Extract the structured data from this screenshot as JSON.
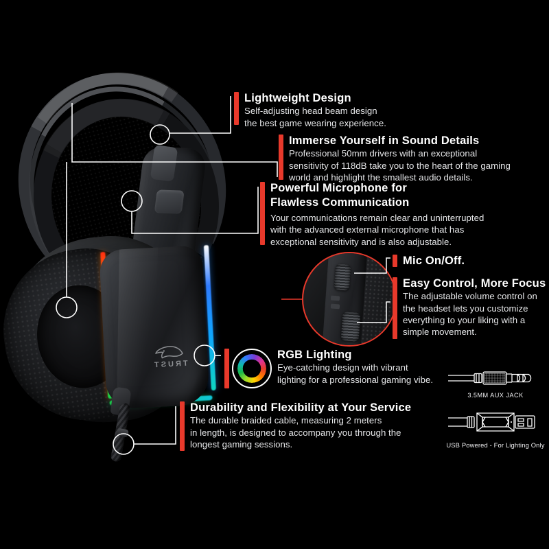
{
  "page": {
    "title": "Gaming Headset Feature Infographic",
    "background_color": "#000000",
    "accent_color": "#E8392B",
    "text_color": "#FFFFFF"
  },
  "product": {
    "type": "over-ear gaming headset",
    "brand_wordmark": "TRUST",
    "brand_logo": "wolf-head-icon",
    "rgb_strip_colors": [
      "#FF2D12",
      "#FFE400",
      "#18D44A",
      "#2F7BFF"
    ]
  },
  "callouts": [
    {
      "id": "lightweight",
      "title": "Lightweight Design",
      "text": "Self-adjusting head beam design\nthe best game wearing experience."
    },
    {
      "id": "immerse",
      "title": "Immerse Yourself in Sound Details",
      "text": "Professional 50mm drivers with an exceptional\nsensitivity of 118dB take you to the heart of the gaming\nworld and highlight the smallest audio details."
    },
    {
      "id": "microphone",
      "title_line1": "Powerful Microphone for",
      "title_line2": "Flawless Communication",
      "text": "Your communications remain clear and uninterrupted\nwith the advanced external microphone that has\nexceptional sensitivity and is also adjustable."
    },
    {
      "id": "mic-switch",
      "title": "Mic On/Off."
    },
    {
      "id": "easy-control",
      "title": "Easy Control, More Focus",
      "text": "The adjustable volume control on\nthe headset lets you customize\neverything to your liking with a\nsimple movement."
    },
    {
      "id": "rgb",
      "title": "RGB Lighting",
      "text": "Eye-catching design with vibrant\nlighting for a professional gaming vibe.",
      "icon": "rgb-color-wheel-icon"
    },
    {
      "id": "durability",
      "title": "Durability and Flexibility at Your Service",
      "text": "The durable braided cable, measuring 2 meters\nin length, is designed to accompany you through the\nlongest gaming sessions."
    }
  ],
  "connectors": [
    {
      "id": "aux",
      "icon": "aux-jack-icon",
      "caption": "3.5MM AUX JACK"
    },
    {
      "id": "usb",
      "icon": "usb-connector-icon",
      "caption": "USB Powered - For Lighting Only"
    }
  ]
}
